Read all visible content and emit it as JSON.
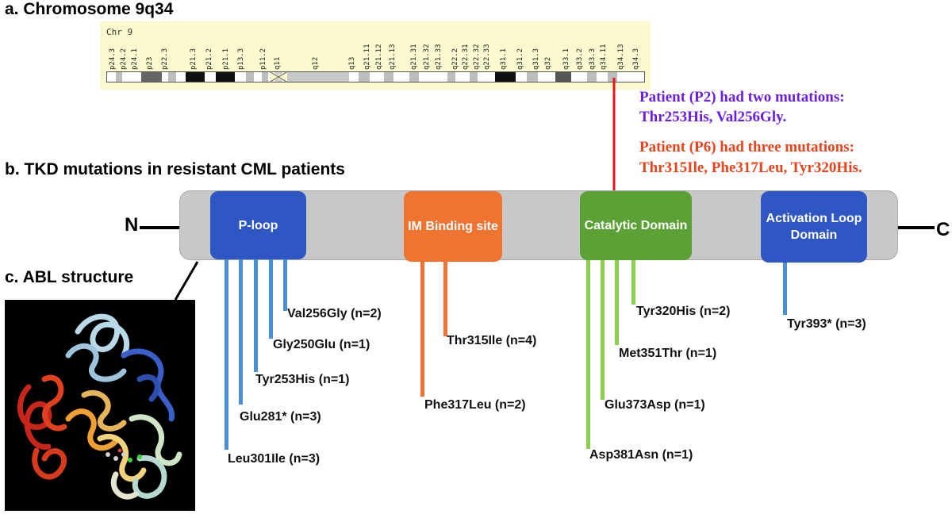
{
  "sections": {
    "a": "a. Chromosome 9q34",
    "b": "b. TKD mutations in resistant CML patients",
    "c": "c. ABL structure"
  },
  "ideogram": {
    "chr_label": "Chr 9",
    "bands": [
      "p24.3",
      "p24.2",
      "p24.1",
      "p23",
      "p22.3",
      "p21.3",
      "p21.2",
      "p21.1",
      "p13.3",
      "p11.2",
      "q11",
      "q12",
      "q13",
      "q21.11",
      "q21.12",
      "q21.13",
      "q21.31",
      "q21.32",
      "q21.33",
      "q22.2",
      "q22.31",
      "q22.32",
      "q22.33",
      "q31.1",
      "q31.2",
      "q31.3",
      "q32",
      "q33.1",
      "q33.2",
      "q33.3",
      "q34.11",
      "q34.13",
      "q34.3"
    ]
  },
  "notes": {
    "p2_line1": "Patient (P2) had two mutations:",
    "p2_line2": "Thr253His, Val256Gly.",
    "p6_line1": "Patient (P6) had three mutations:",
    "p6_line2": "Thr315Ile, Phe317Leu, Tyr320His."
  },
  "protein": {
    "n_term": "N",
    "c_term": "C",
    "domains": [
      {
        "label": "P-loop",
        "color": "#2f57c4"
      },
      {
        "label": "IM Binding site",
        "color": "#ef7331"
      },
      {
        "label": "Catalytic Domain",
        "color": "#5ca135"
      },
      {
        "label": "Activation Loop Domain",
        "color": "#2f57c4"
      }
    ]
  },
  "mutations": [
    {
      "label": "Val256Gly (n=2)",
      "color": "#4a90d9"
    },
    {
      "label": "Gly250Glu (n=1)",
      "color": "#4a90d9"
    },
    {
      "label": "Tyr253His (n=1)",
      "color": "#4a90d9"
    },
    {
      "label": "Glu281* (n=3)",
      "color": "#4a90d9"
    },
    {
      "label": "Leu301Ile (n=3)",
      "color": "#4a90d9"
    },
    {
      "label": "Thr315Ile (n=4)",
      "color": "#ef7331"
    },
    {
      "label": "Phe317Leu (n=2)",
      "color": "#ef7331"
    },
    {
      "label": "Tyr320His (n=2)",
      "color": "#8ccf4d"
    },
    {
      "label": "Met351Thr (n=1)",
      "color": "#8ccf4d"
    },
    {
      "label": "Glu373Asp (n=1)",
      "color": "#8ccf4d"
    },
    {
      "label": "Asp381Asn (n=1)",
      "color": "#8ccf4d"
    },
    {
      "label": "Tyr393* (n=3)",
      "color": "#4a90d9"
    }
  ],
  "colors": {
    "arrow": "#e8141b",
    "ideogram_bg": "#fbf9cf"
  }
}
